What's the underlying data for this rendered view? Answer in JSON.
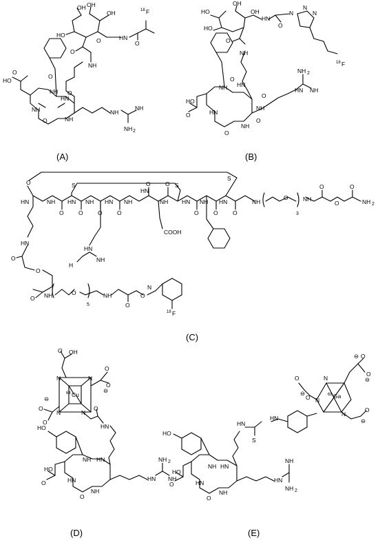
{
  "panels": [
    {
      "id": "A",
      "label": "(A)"
    },
    {
      "id": "B",
      "label": "(B)"
    },
    {
      "id": "C",
      "label": "(C)"
    },
    {
      "id": "D",
      "label": "(D)"
    },
    {
      "id": "E",
      "label": "(E)"
    }
  ],
  "atoms": {
    "ho": "HO",
    "oh": "OH",
    "o": "O",
    "nh": "NH",
    "hn": "HN",
    "nh2": "NH",
    "h2n": "H",
    "n": "N",
    "s": "S",
    "f": "F",
    "cooh": "COOH",
    "iso18": "18",
    "iso64": "64",
    "iso68": "68",
    "cu": "Cu",
    "ga": "Ga",
    "minus": "⊖",
    "num3": "3",
    "num5": "5",
    "two": "2"
  }
}
